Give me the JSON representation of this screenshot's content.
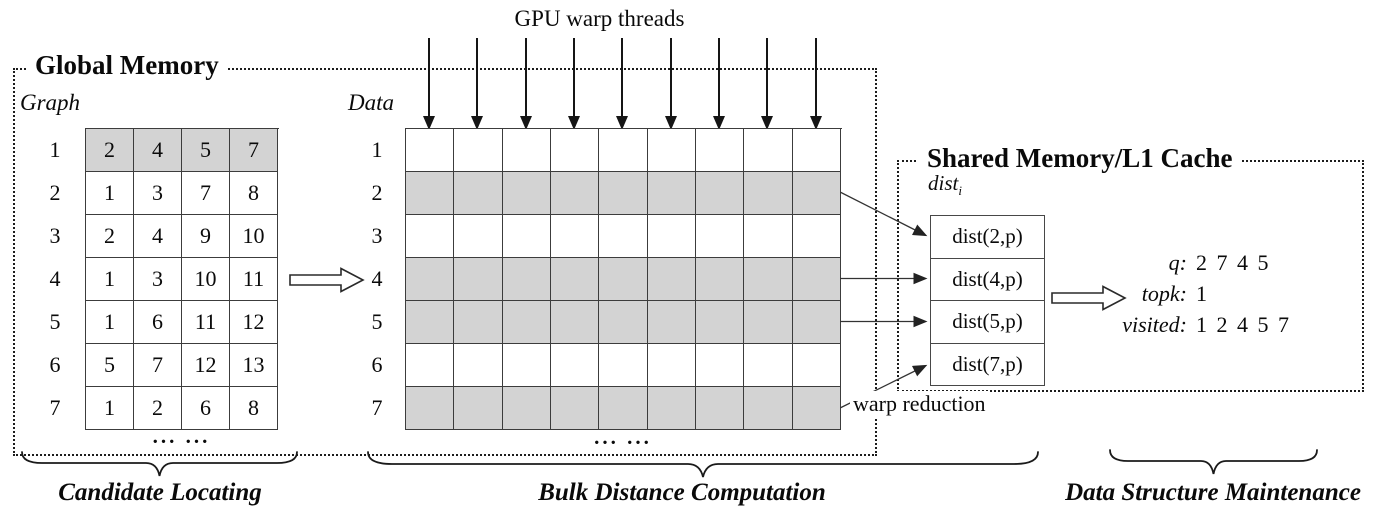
{
  "global_memory": {
    "title": "Global Memory",
    "graph": {
      "label": "Graph",
      "columns": 4,
      "rows": [
        {
          "id": "1",
          "values": [
            "2",
            "4",
            "5",
            "7"
          ],
          "highlighted": true
        },
        {
          "id": "2",
          "values": [
            "1",
            "3",
            "7",
            "8"
          ],
          "highlighted": false
        },
        {
          "id": "3",
          "values": [
            "2",
            "4",
            "9",
            "10"
          ],
          "highlighted": false
        },
        {
          "id": "4",
          "values": [
            "1",
            "3",
            "10",
            "11"
          ],
          "highlighted": false
        },
        {
          "id": "5",
          "values": [
            "1",
            "6",
            "11",
            "12"
          ],
          "highlighted": false
        },
        {
          "id": "6",
          "values": [
            "5",
            "7",
            "12",
            "13"
          ],
          "highlighted": false
        },
        {
          "id": "7",
          "values": [
            "1",
            "2",
            "6",
            "8"
          ],
          "highlighted": false
        }
      ],
      "ellipsis": "... ..."
    },
    "data": {
      "label": "Data",
      "columns": 9,
      "rows": [
        {
          "id": "1",
          "highlighted": false
        },
        {
          "id": "2",
          "highlighted": true
        },
        {
          "id": "3",
          "highlighted": false
        },
        {
          "id": "4",
          "highlighted": true
        },
        {
          "id": "5",
          "highlighted": true
        },
        {
          "id": "6",
          "highlighted": false
        },
        {
          "id": "7",
          "highlighted": true
        }
      ],
      "ellipsis": "... ..."
    }
  },
  "labels": {
    "gpu_warp_threads": "GPU warp threads",
    "warp_reduction": "warp reduction"
  },
  "shared_memory": {
    "title": "Shared Memory/L1 Cache",
    "dist_label": "dist",
    "dist_subscript": "i",
    "dist_boxes": [
      "dist(2,p)",
      "dist(4,p)",
      "dist(5,p)",
      "dist(7,p)"
    ],
    "state": [
      {
        "label": "q:",
        "value": "2 7 4 5"
      },
      {
        "label": "topk:",
        "value": "1"
      },
      {
        "label": "visited:",
        "value": "1 2 4 5 7"
      }
    ]
  },
  "phases": [
    {
      "label": "Candidate Locating"
    },
    {
      "label": "Bulk Distance Computation"
    },
    {
      "label": "Data Structure Maintenance"
    }
  ],
  "colors": {
    "highlight_fill": "#d3d3d3",
    "grid_border": "#3c3c3c",
    "box_border": "#1c1c1c",
    "background": "#ffffff",
    "text": "#0a0a0a"
  }
}
